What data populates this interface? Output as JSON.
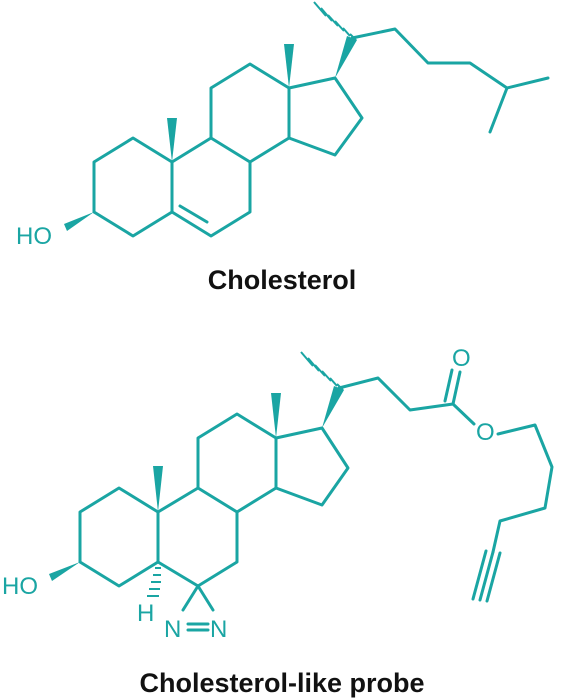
{
  "colors": {
    "structure": "#1aa5a3",
    "caption": "#111111"
  },
  "molecules": [
    {
      "name": "Cholesterol",
      "atom_labels": [
        "HO"
      ]
    },
    {
      "name": "Cholesterol-like probe",
      "atom_labels": [
        "HO",
        "H",
        "N",
        "N",
        "O",
        "O"
      ]
    }
  ]
}
